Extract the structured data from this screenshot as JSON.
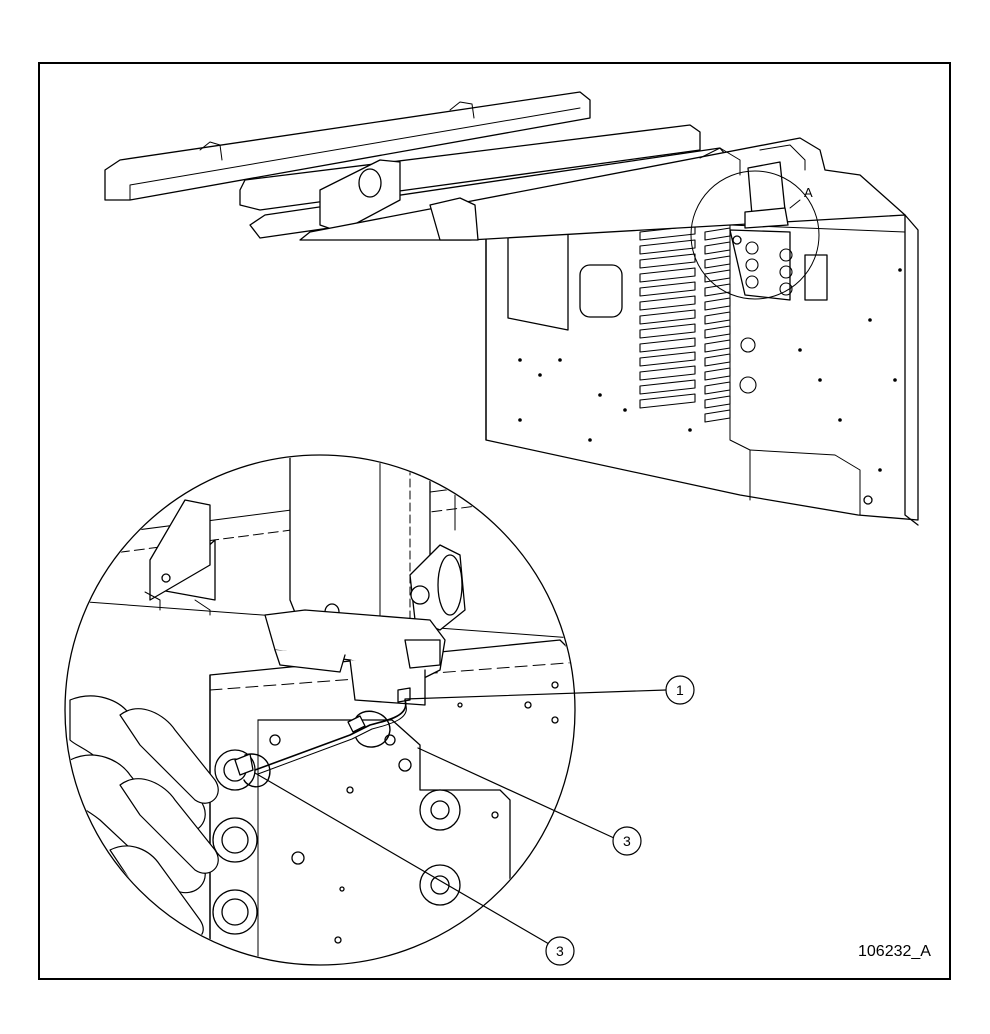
{
  "figure": {
    "document_id": "106232_A",
    "detail_label": "A",
    "callouts": [
      {
        "id": "callout-1",
        "label": "1"
      },
      {
        "id": "callout-3a",
        "label": "3"
      },
      {
        "id": "callout-3b",
        "label": "3"
      }
    ]
  },
  "colors": {
    "line": "#000000",
    "background": "#ffffff"
  }
}
